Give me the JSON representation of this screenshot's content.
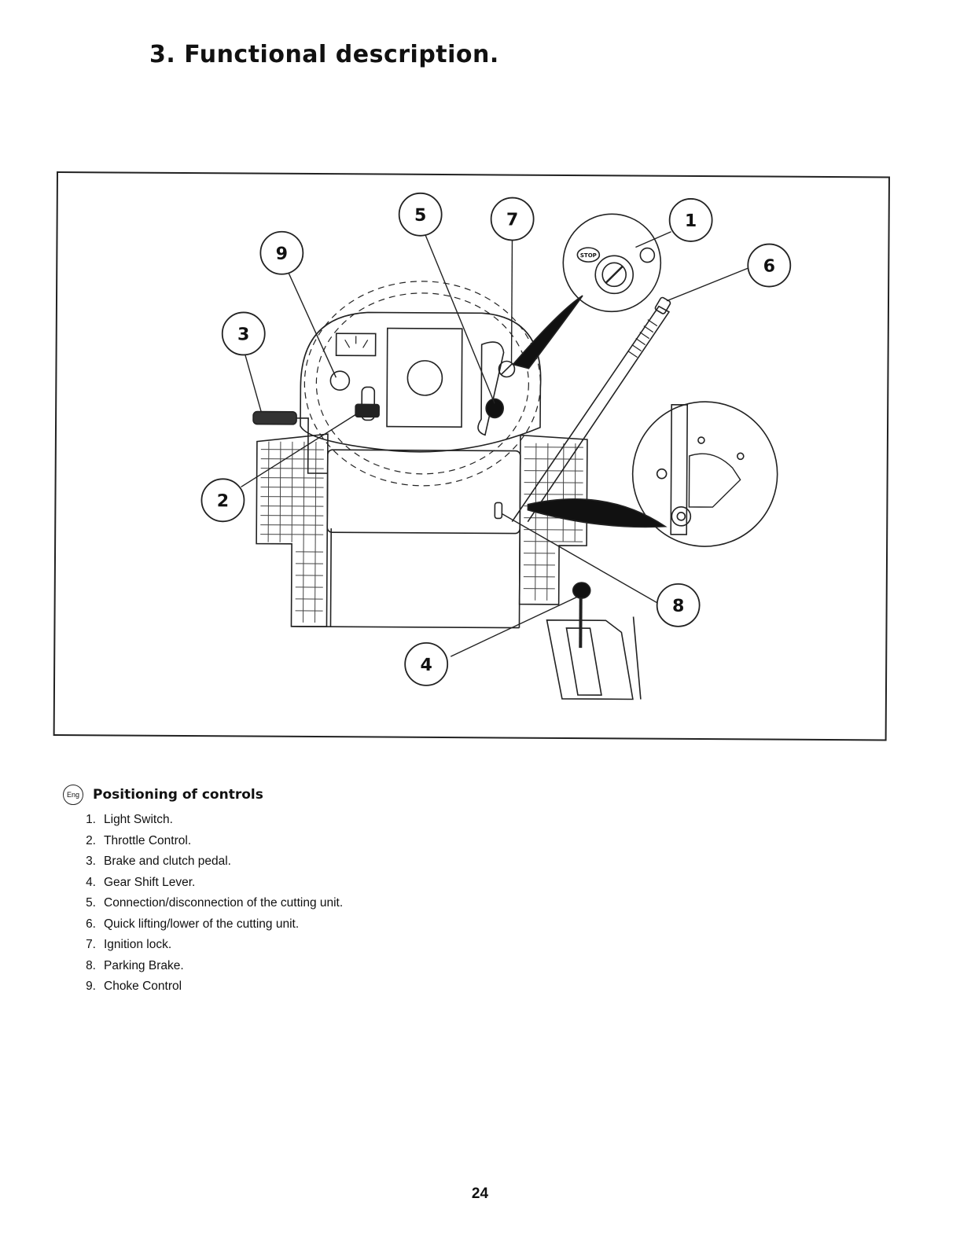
{
  "page": {
    "title": "3. Functional description.",
    "page_number": "24"
  },
  "figure": {
    "callouts": [
      "1",
      "2",
      "3",
      "4",
      "5",
      "6",
      "7",
      "8",
      "9"
    ],
    "ignition_switch_label": "STOP"
  },
  "legend": {
    "language_badge": "Eng",
    "heading": "Positioning of controls",
    "items": [
      {
        "num": "1.",
        "text": "Light Switch."
      },
      {
        "num": "2.",
        "text": "Throttle Control."
      },
      {
        "num": "3.",
        "text": "Brake and clutch pedal."
      },
      {
        "num": "4.",
        "text": "Gear Shift Lever."
      },
      {
        "num": "5.",
        "text": "Connection/disconnection of the cutting unit."
      },
      {
        "num": "6.",
        "text": "Quick lifting/lower of the cutting unit."
      },
      {
        "num": "7.",
        "text": "Ignition lock."
      },
      {
        "num": "8.",
        "text": "Parking Brake."
      },
      {
        "num": "9.",
        "text": "Choke Control"
      }
    ]
  }
}
